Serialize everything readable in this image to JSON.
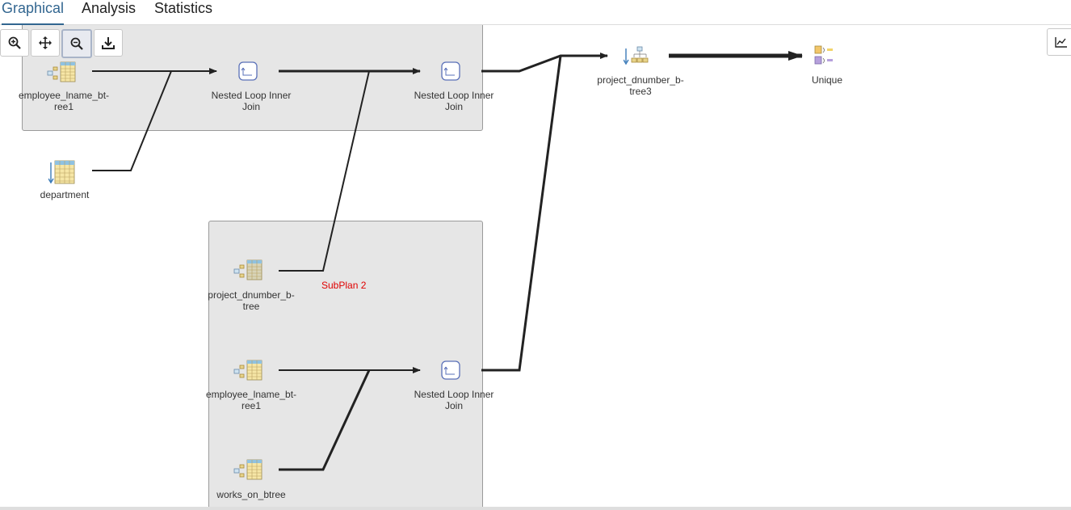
{
  "tabs": [
    {
      "label": "Graphical",
      "active": true
    },
    {
      "label": "Analysis",
      "active": false
    },
    {
      "label": "Statistics",
      "active": false
    }
  ],
  "toolbar": {
    "buttons": [
      {
        "icon": "zoom-in-icon"
      },
      {
        "icon": "move-icon"
      },
      {
        "icon": "zoom-out-icon"
      },
      {
        "icon": "download-icon"
      }
    ],
    "right_button_icon": "chart-icon"
  },
  "nodes": {
    "employee_scan_1": {
      "label": "employee_lname_bt-\nree1",
      "icon": "index-scan-icon"
    },
    "department": {
      "label": "department",
      "icon": "seq-scan-icon"
    },
    "nested_loop_1": {
      "label": "Nested Loop Inner\nJoin",
      "icon": "nested-loop-icon"
    },
    "nested_loop_2": {
      "label": "Nested Loop Inner\nJoin",
      "icon": "nested-loop-icon"
    },
    "project_dnumber_btree3": {
      "label": "project_dnumber_b-\ntree3",
      "icon": "bitmap-heap-scan-icon"
    },
    "unique": {
      "label": "Unique",
      "icon": "unique-icon"
    },
    "project_dnumber_btree": {
      "label": "project_dnumber_b-\ntree",
      "icon": "index-scan-icon"
    },
    "employee_scan_2": {
      "label": "employee_lname_bt-\nree1",
      "icon": "index-scan-icon"
    },
    "nested_loop_3": {
      "label": "Nested Loop Inner\nJoin",
      "icon": "nested-loop-icon"
    },
    "works_on_btree": {
      "label": "works_on_btree",
      "icon": "index-scan-icon"
    }
  },
  "subplan_label": "SubPlan 2",
  "colors": {
    "accent": "#326690",
    "subplan": "#e00000",
    "box_fill": "#e6e6e6"
  }
}
